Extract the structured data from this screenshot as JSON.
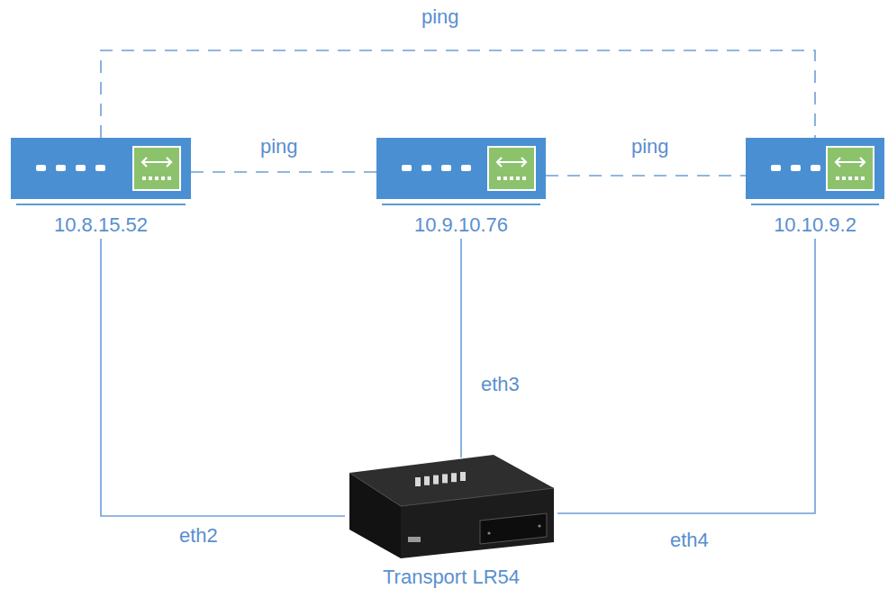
{
  "diagram": {
    "nodes": [
      {
        "text": [
          "10.8.15.52"
        ]
      },
      {
        "text": [
          "10.9.10.76"
        ]
      },
      {
        "text": [
          "10.10.9.2"
        ]
      },
      {
        "text": [
          "Transport LR54"
        ]
      }
    ],
    "edges": [
      {
        "from": 0,
        "to": 1,
        "arrow": "none",
        "label": "ping"
      },
      {
        "from": 1,
        "to": 2,
        "arrow": "none",
        "label": "ping"
      },
      {
        "from": 0,
        "to": 2,
        "arrow": "none",
        "label": "ping"
      },
      {
        "from": 0,
        "to": 3,
        "arrow": "none",
        "label": "eth2"
      },
      {
        "from": 1,
        "to": 3,
        "arrow": "none",
        "label": "eth3"
      },
      {
        "from": 2,
        "to": 3,
        "arrow": "none",
        "label": "eth4"
      }
    ]
  }
}
